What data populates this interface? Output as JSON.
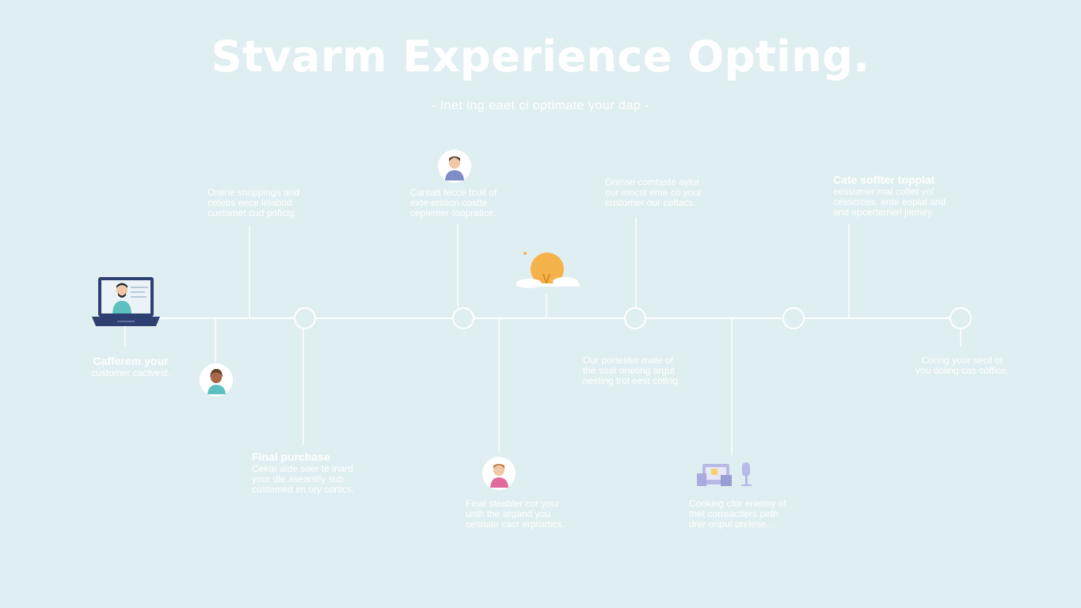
{
  "title": "Stvarm Experience Opting.",
  "subtitle": "- Inet ing eaet ci optimate your dap -",
  "colors": {
    "background": "#dfeef0",
    "line": "#ffffff",
    "laptop": "#2e3f72",
    "sun": "#f6b24a",
    "text": "#ffffff"
  },
  "blocks": {
    "b1": {
      "heading": "",
      "body": "Online shoppings and\ncetebs eece lelabod\ncustomet cud poficig."
    },
    "b2": {
      "heading": "",
      "body": "Cantatt fecce tcuit of\nexte erstion costte\nceplemer toopratice."
    },
    "b3": {
      "heading": "",
      "body": "Oninse comtaste aylur\nour mocst eme co your\ncustomer our coftacs."
    },
    "b4": {
      "heading": "Cate soffter topplat",
      "body": "eessumer mal coffet yof\ncesscrces, ente eoplal and\nand epcertemerl jiemey."
    },
    "b5": {
      "heading": "Cafferem your",
      "body": "customer cactvest."
    },
    "b6": {
      "heading": "Final purchase",
      "body": "Cekar aide soer te inard\nyour dle aseantily sub\ncustomed im ory cortics."
    },
    "b7": {
      "heading": "",
      "body": "Our portester mate of\nthe soat oneting argut\nnesting trol eest coting."
    },
    "b8": {
      "heading": "",
      "body": "Coring your secil or\nyou doling cas coffice."
    },
    "b9": {
      "heading": "",
      "body": "Final steabler cor your\nunth the argand you\ncesnate cacr erprortics."
    },
    "b10": {
      "heading": "",
      "body": "Cooking cfor eniemy of\nthet correactiers peth\ndrer onput prelese..."
    }
  },
  "icons": {
    "laptop": "laptop-icon",
    "person_top": "person-avatar-icon",
    "person_lower_left": "person-avatar-icon",
    "person_lower_mid": "person-avatar-icon",
    "sun": "sun-cloud-icon",
    "devices": "devices-icon",
    "microphone": "microphone-icon"
  }
}
